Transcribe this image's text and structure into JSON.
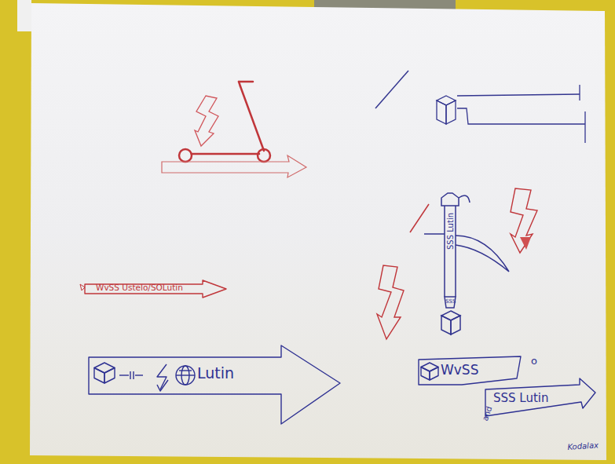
{
  "diagram": {
    "nodes": [
      {
        "text": [
          "WvSS Ustelo/SOLutin"
        ]
      },
      {
        "text": [
          "Lutin"
        ]
      },
      {
        "text": [
          "WvSS"
        ]
      },
      {
        "text": [
          "SSS Lutin"
        ]
      }
    ],
    "labels": [
      "SSS Lutin",
      "SSS",
      "o",
      "and",
      "Kodalax"
    ]
  }
}
